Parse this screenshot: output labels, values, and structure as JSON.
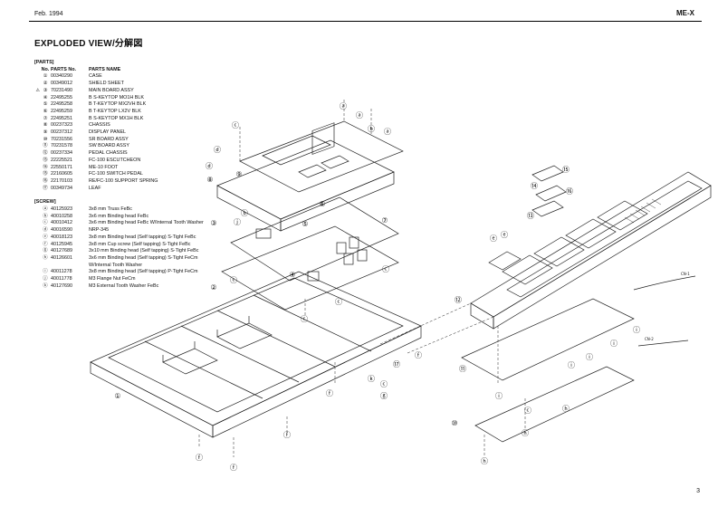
{
  "header": {
    "date": "Feb. 1994",
    "model": "ME-X"
  },
  "title": "EXPLODED VIEW/分解図",
  "page_number": "3",
  "parts": {
    "section_title": "[PARTS]",
    "col_no": "No.",
    "col_part_no": "PARTS No.",
    "col_name": "PARTS NAME",
    "items": [
      {
        "warn": "",
        "no": "①",
        "part_no": "00340290",
        "name": "CASE"
      },
      {
        "warn": "",
        "no": "②",
        "part_no": "00349012",
        "name": "SHIELD SHEET"
      },
      {
        "warn": "⚠",
        "no": "③",
        "part_no": "70231490",
        "name": "MAIN BOARD ASSY"
      },
      {
        "warn": "",
        "no": "④",
        "part_no": "22495255",
        "name": "B S-KEYTOP MO1H BLK"
      },
      {
        "warn": "",
        "no": "⑤",
        "part_no": "22495258",
        "name": "B T-KEYTOP MX2VH BLK"
      },
      {
        "warn": "",
        "no": "⑥",
        "part_no": "22495259",
        "name": "B T-KEYTOP LX2V BLK"
      },
      {
        "warn": "",
        "no": "⑦",
        "part_no": "22495251",
        "name": "B S-KEYTOP MX1H BLK"
      },
      {
        "warn": "",
        "no": "⑧",
        "part_no": "00237323",
        "name": "CHASSIS"
      },
      {
        "warn": "",
        "no": "⑨",
        "part_no": "00237312",
        "name": "DISPLAY PANEL"
      },
      {
        "warn": "",
        "no": "⑩",
        "part_no": "70231556",
        "name": "SR BOARD ASSY"
      },
      {
        "warn": "",
        "no": "⑪",
        "part_no": "70231578",
        "name": "SW BOARD ASSY"
      },
      {
        "warn": "",
        "no": "⑫",
        "part_no": "00237334",
        "name": "PEDAL CHASSIS"
      },
      {
        "warn": "",
        "no": "⑬",
        "part_no": "22225521",
        "name": "FC-100 ESCUTCHEON"
      },
      {
        "warn": "",
        "no": "⑭",
        "part_no": "22550171",
        "name": "ME-10 FOOT"
      },
      {
        "warn": "",
        "no": "⑮",
        "part_no": "22160605",
        "name": "FC-100 SWITCH PEDAL"
      },
      {
        "warn": "",
        "no": "⑯",
        "part_no": "22170103",
        "name": "RE/FC-100 SUPPORT SPRING"
      },
      {
        "warn": "",
        "no": "⑰",
        "part_no": "00349734",
        "name": "LEAF"
      }
    ]
  },
  "screws": {
    "section_title": "[SCREW]",
    "items": [
      {
        "no": "ⓐ",
        "part_no": "40125923",
        "name": "3x8 mm Truss FeBc"
      },
      {
        "no": "ⓑ",
        "part_no": "40010258",
        "name": "3x6 mm Binding head FeBc"
      },
      {
        "no": "ⓒ",
        "part_no": "40010412",
        "name": "3x6 mm Binding head FeBc W/Internal Tooth Washer"
      },
      {
        "no": "ⓓ",
        "part_no": "40016590",
        "name": "NRP-345"
      },
      {
        "no": "ⓔ",
        "part_no": "40018123",
        "name": "3x8 mm Binding head (Self tapping) S-Tight FeBc"
      },
      {
        "no": "ⓕ",
        "part_no": "40125945",
        "name": "3x8 mm Cup screw (Self tapping) S-Tight FeBc"
      },
      {
        "no": "ⓖ",
        "part_no": "40127689",
        "name": "3x10 mm Binding head (Self tapping) S-Tight FeBc"
      },
      {
        "no": "ⓗ",
        "part_no": "40126601",
        "name": "3x6 mm Binding head (Self tapping) S-Tight FeCm"
      },
      {
        "no": "",
        "part_no": "",
        "name": "W/Internal Tooth Washer"
      },
      {
        "no": "ⓘ",
        "part_no": "40011278",
        "name": "3x8 mm Binding head (Self tapping) P-Tight FeCm"
      },
      {
        "no": "ⓙ",
        "part_no": "40011778",
        "name": "M3 Flange Nut FeCm"
      },
      {
        "no": "ⓚ",
        "part_no": "40127690",
        "name": "M3 External Tooth Washer FeBc"
      }
    ]
  },
  "callouts": {
    "c1": "①",
    "c2": "②",
    "c3": "③",
    "c4": "④",
    "c5": "⑤",
    "c6": "⑥",
    "c7": "⑦",
    "c8": "⑧",
    "c9": "⑨",
    "c10": "⑩",
    "c11": "⑪",
    "c12": "⑫",
    "c13": "⑬",
    "c14": "⑭",
    "c15": "⑮",
    "c16": "⑯",
    "c17": "⑰",
    "a": "ⓐ",
    "b": "ⓑ",
    "c": "ⓒ",
    "d": "ⓓ",
    "e": "ⓔ",
    "f": "ⓕ",
    "g": "ⓖ",
    "h": "ⓗ",
    "i": "ⓘ",
    "j": "ⓙ",
    "k": "ⓚ",
    "cn1": "CN-1",
    "cn2": "CN-2"
  }
}
